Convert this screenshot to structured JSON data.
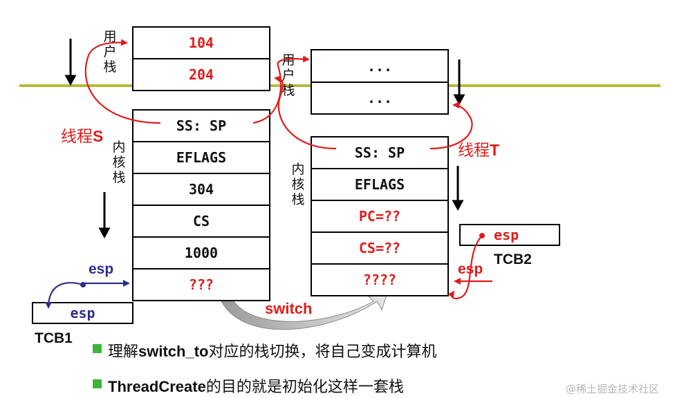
{
  "user_stack_label": "用户栈",
  "kernel_stack_label": "内核栈",
  "thread_s": {
    "name": "线程",
    "letter": "S"
  },
  "thread_t": {
    "name": "线程",
    "letter": "T"
  },
  "s_user_stack": [
    "104",
    "204"
  ],
  "s_kernel_stack": [
    "SS: SP",
    "EFLAGS",
    "304",
    "CS",
    "1000",
    "???"
  ],
  "t_user_stack": [
    "...",
    "..."
  ],
  "t_kernel_stack": [
    "SS: SP",
    "EFLAGS",
    "PC=??",
    "CS=??",
    "????"
  ],
  "tcb1": {
    "label": "TCB1",
    "field": "esp"
  },
  "tcb2": {
    "label": "TCB2",
    "field": "esp"
  },
  "esp_left": "esp",
  "esp_right": "esp",
  "switch_label": "switch",
  "bullets": [
    {
      "bold": "",
      "pre": "理解",
      "mid_bold": "switch_to",
      "post": "对应的栈切换，将自己变成计算机"
    },
    {
      "bold": "ThreadCreate",
      "post": "的目的就是初始化这样一套栈"
    }
  ],
  "watermark": "@稀土掘金技术社区",
  "colors": {
    "boundary": "#b5b83a",
    "red": "#e01b1b",
    "navy": "#2e2e8c",
    "bullet": "#3cb43c"
  }
}
